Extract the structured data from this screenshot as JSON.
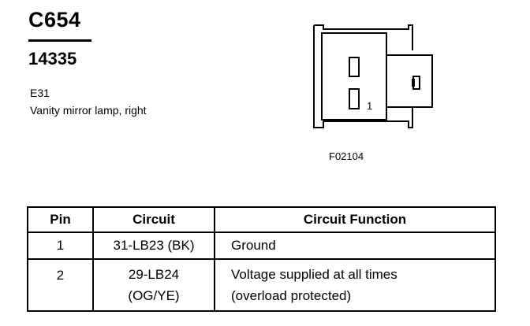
{
  "header": {
    "connector_id": "C654",
    "part_number": "14335",
    "component_code": "E31",
    "component_desc": "Vanity mirror lamp, right"
  },
  "figure": {
    "pin_label": "1",
    "figure_code": "F02104"
  },
  "table": {
    "headers": {
      "pin": "Pin",
      "circuit": "Circuit",
      "function": "Circuit Function"
    },
    "rows": [
      {
        "pin": "1",
        "circuit": [
          "31-LB23 (BK)"
        ],
        "function": [
          "Ground"
        ]
      },
      {
        "pin": "2",
        "circuit": [
          "29-LB24",
          "(OG/YE)"
        ],
        "function": [
          "Voltage supplied at all times",
          "(overload protected)"
        ]
      }
    ]
  }
}
